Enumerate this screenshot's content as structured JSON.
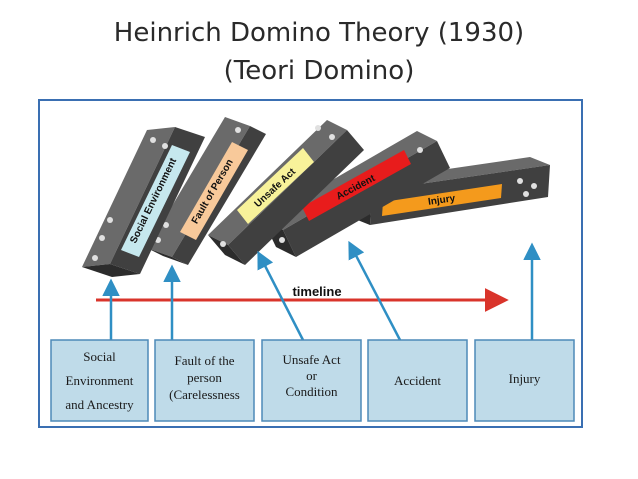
{
  "title": {
    "line1": "Heinrich Domino Theory (1930)",
    "line2": "(Teori Domino)"
  },
  "colors": {
    "frame_border": "#3a6fb2",
    "box_fill": "#bfdbe9",
    "box_border": "#4d8ab8",
    "arrow": "#2f8fc4",
    "timeline": "#d9342b",
    "domino_body": "#404040",
    "domino_dot": "#e0e0e0"
  },
  "dominoes": [
    {
      "label": "Social Environment",
      "color": "#c6e8ee"
    },
    {
      "label": "Fault of Person",
      "color": "#f8c99a"
    },
    {
      "label": "Unsafe Act",
      "color": "#f8f29a"
    },
    {
      "label": "Accident",
      "color": "#e81c1c"
    },
    {
      "label": "Injury",
      "color": "#f49a1c"
    }
  ],
  "timeline": {
    "label": "timeline"
  },
  "boxes": [
    {
      "lines": [
        "Social",
        "Environment",
        "and Ancestry"
      ]
    },
    {
      "lines": [
        "Fault of the",
        "person",
        "(Carelessness"
      ]
    },
    {
      "lines": [
        "Unsafe Act",
        "or",
        "Condition"
      ]
    },
    {
      "lines": [
        "Accident"
      ]
    },
    {
      "lines": [
        "Injury"
      ]
    }
  ]
}
